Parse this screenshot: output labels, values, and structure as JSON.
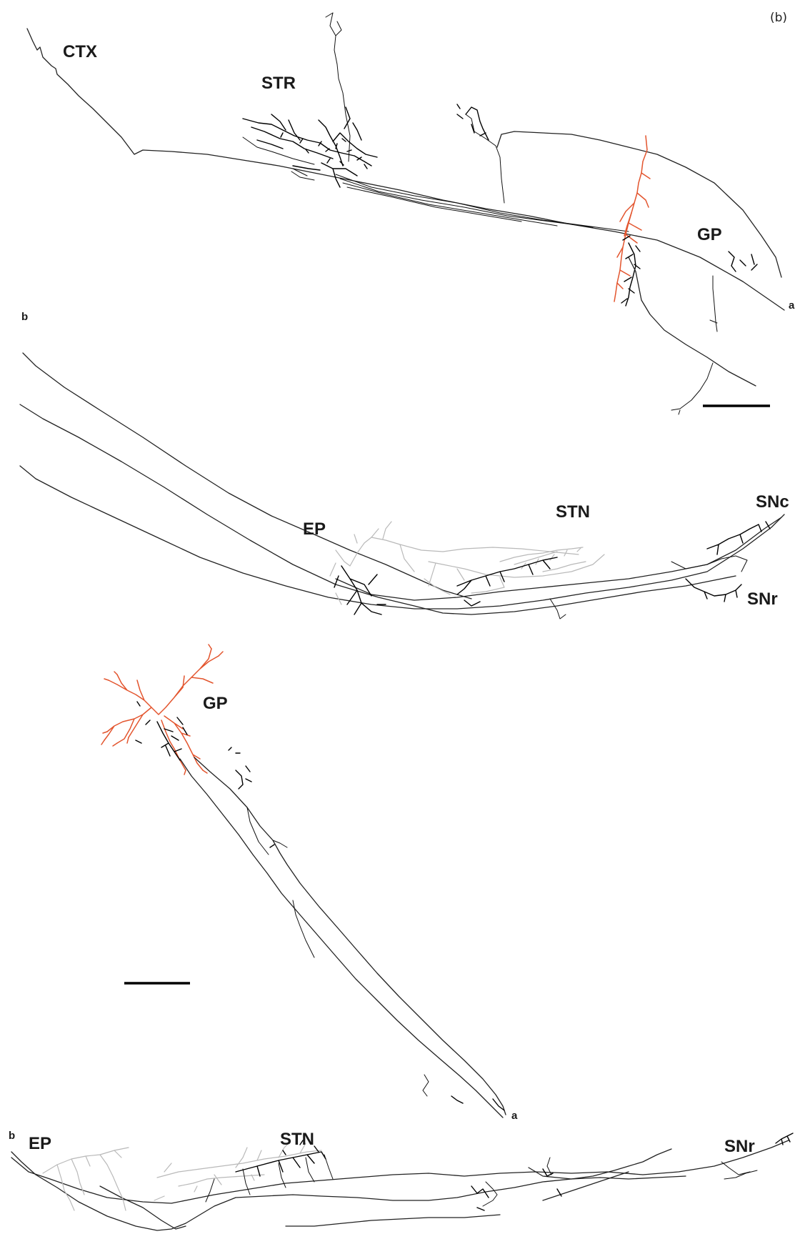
{
  "panel_label": "(b)",
  "top_tracing": {
    "regions": {
      "ctx": "CTX",
      "str": "STR",
      "gp": "GP",
      "ep": "EP",
      "stn": "STN",
      "snc": "SNc",
      "snr": "SNr"
    },
    "continuation": {
      "a": "a",
      "b": "b"
    }
  },
  "bottom_tracing": {
    "regions": {
      "gp": "GP",
      "ep": "EP",
      "stn": "STN",
      "snr": "SNr"
    },
    "continuation": {
      "a": "a",
      "b": "b"
    }
  },
  "colors": {
    "axon": "#222222",
    "terminal_arbor": "#000000",
    "collateral_gray": "#b9b9b9",
    "dendrite_red": "#e3552e"
  }
}
